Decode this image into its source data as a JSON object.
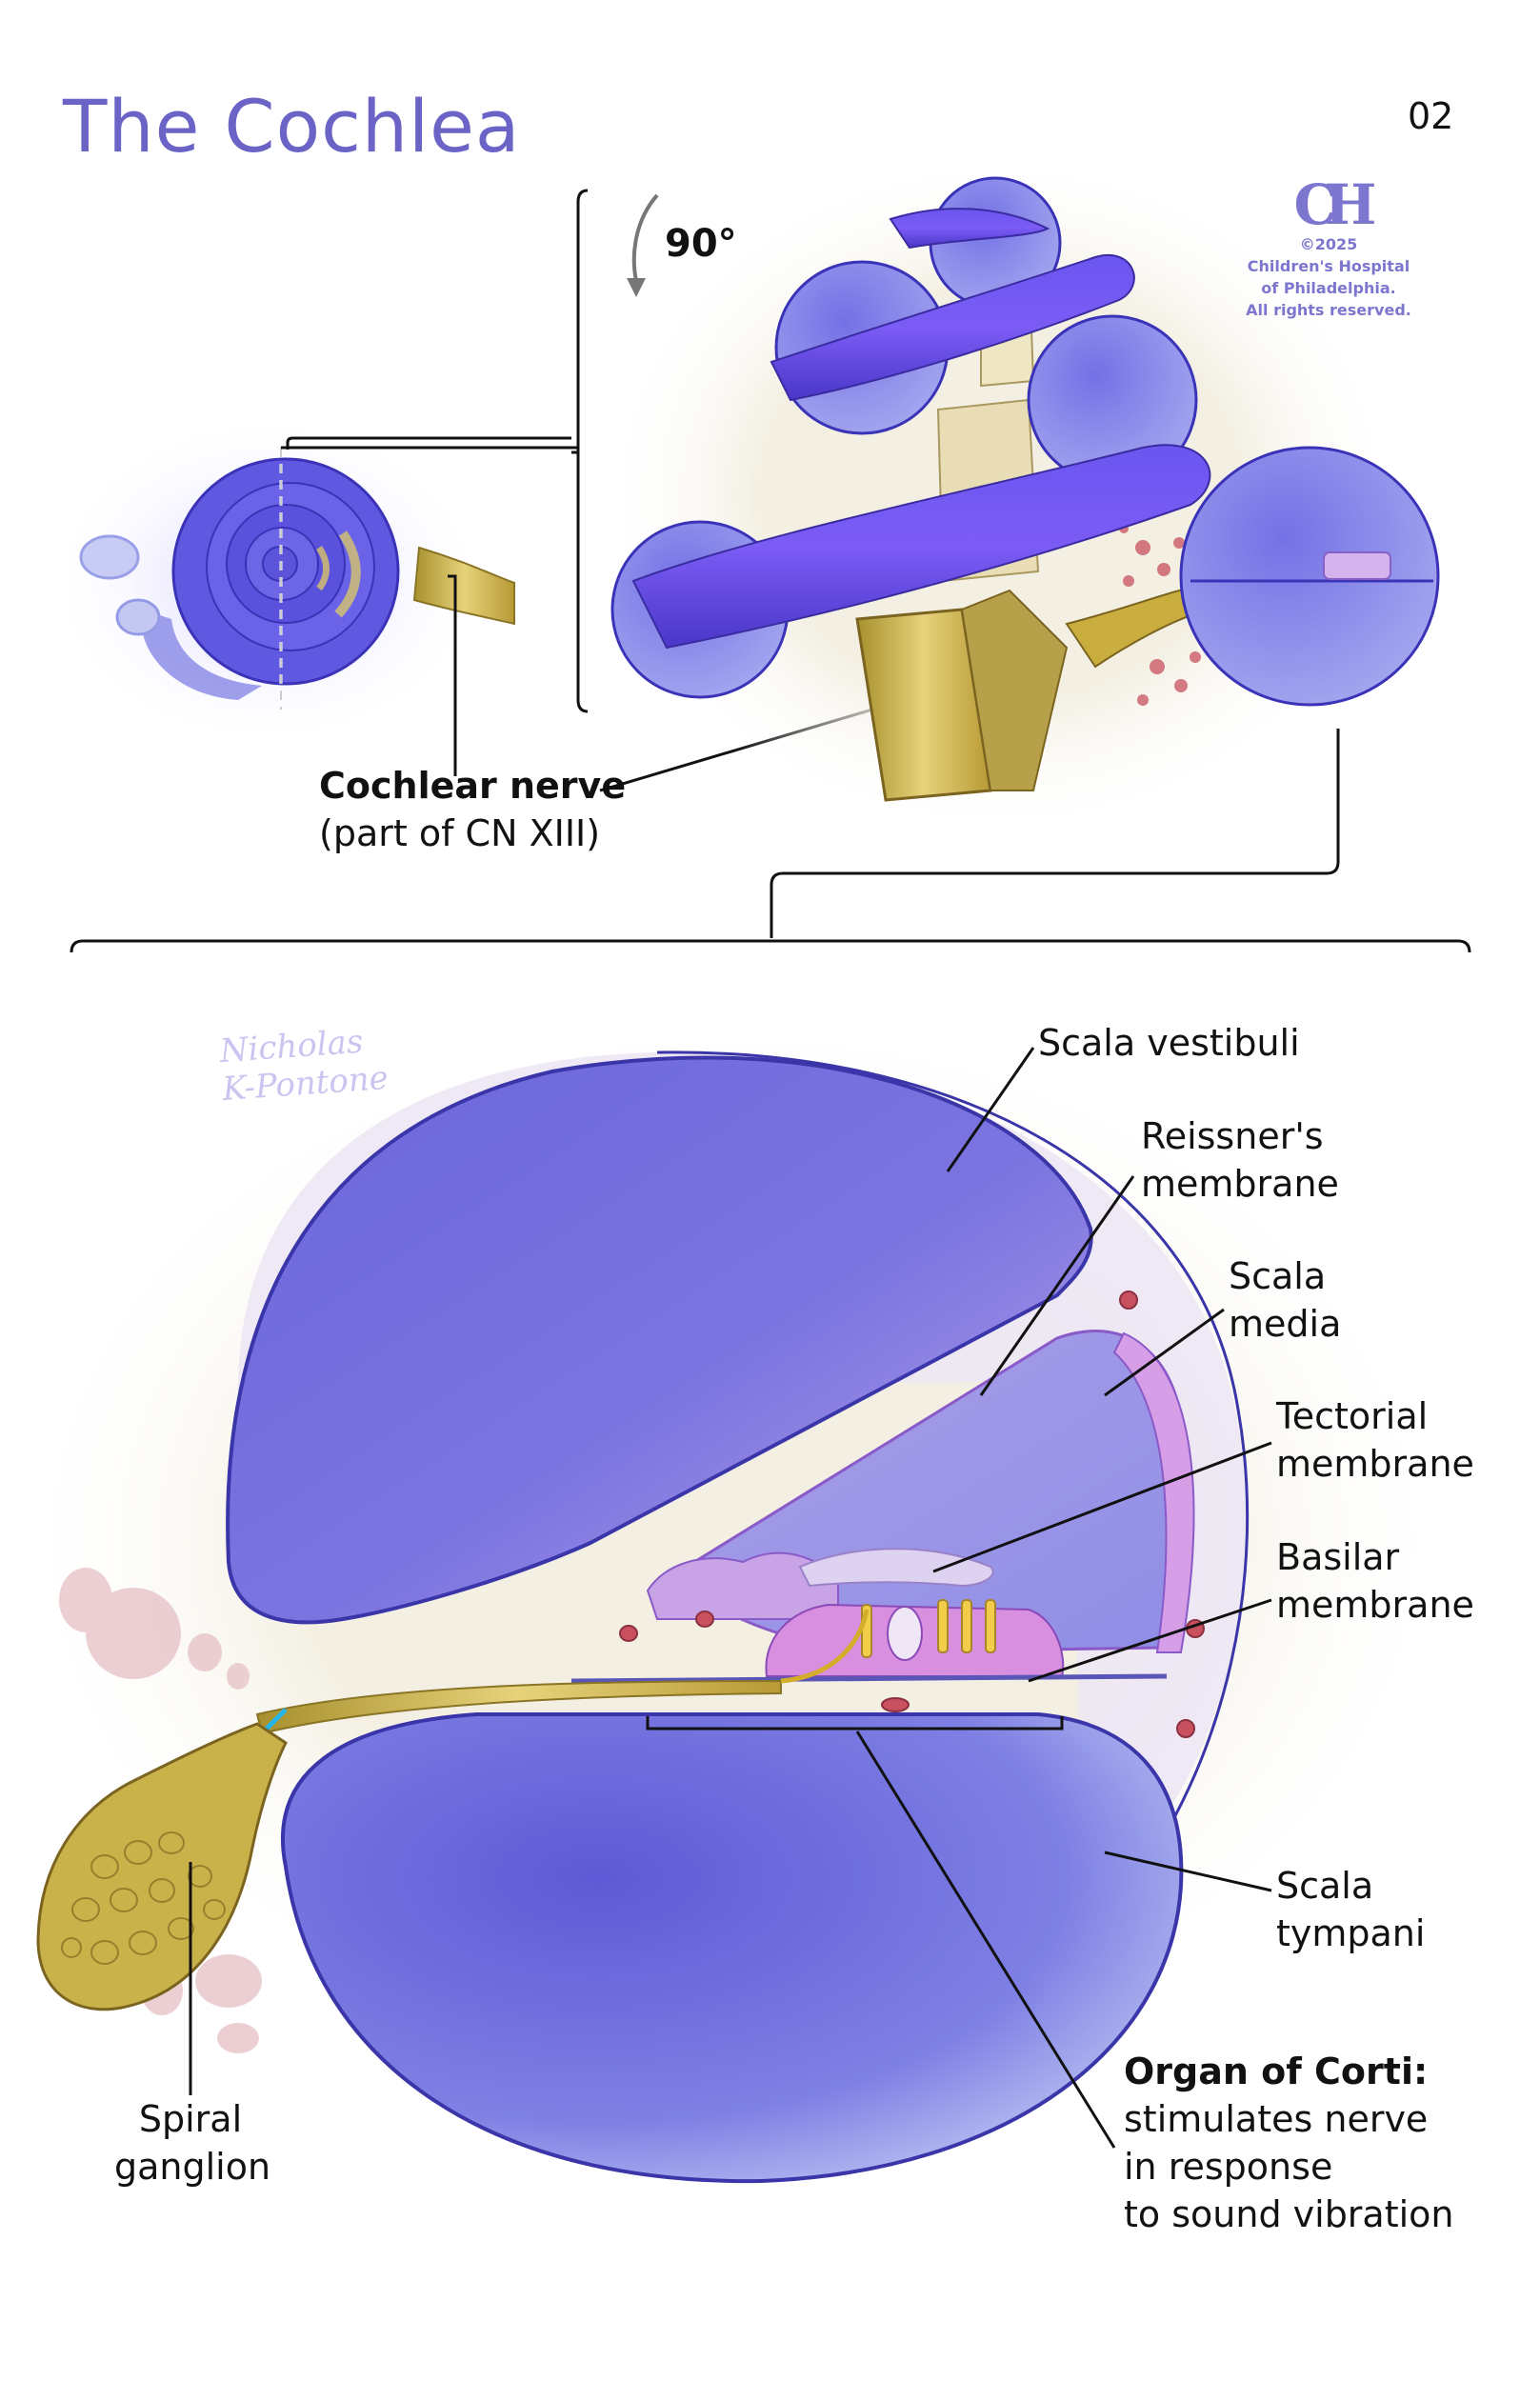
{
  "header": {
    "title": "The Cochlea",
    "page_number": "02"
  },
  "copyright": {
    "logo": "CH",
    "year_line": "©2025",
    "org_line1": "Children's Hospital",
    "org_line2": "of Philadelphia.",
    "rights": "All rights reserved."
  },
  "rotation_label": "90°",
  "signature": {
    "line1": "Nicholas",
    "line2": "K-Pontone"
  },
  "labels": {
    "cochlear_nerve": {
      "title": "Cochlear nerve",
      "sub": "(part of CN XIII)"
    },
    "scala_vestibuli": "Scala vestibuli",
    "reissners_line1": "Reissner's",
    "reissners_line2": "membrane",
    "scala_media_line1": "Scala",
    "scala_media_line2": "media",
    "tectorial_line1": "Tectorial",
    "tectorial_line2": "membrane",
    "basilar_line1": "Basilar",
    "basilar_line2": "membrane",
    "scala_tympani_line1": "Scala",
    "scala_tympani_line2": "tympani",
    "organ_of_corti": {
      "title": "Organ of Corti:",
      "line1": "stimulates nerve",
      "line2": "in response",
      "line3": "to sound vibration"
    },
    "spiral_ganglion_line1": "Spiral",
    "spiral_ganglion_line2": "ganglion"
  },
  "colors": {
    "accent": "#6b64c6",
    "chamber": "#6a66d8",
    "nerve": "#c9b24a",
    "media": "#c89be0",
    "membrane_dark": "#3a35a8"
  }
}
